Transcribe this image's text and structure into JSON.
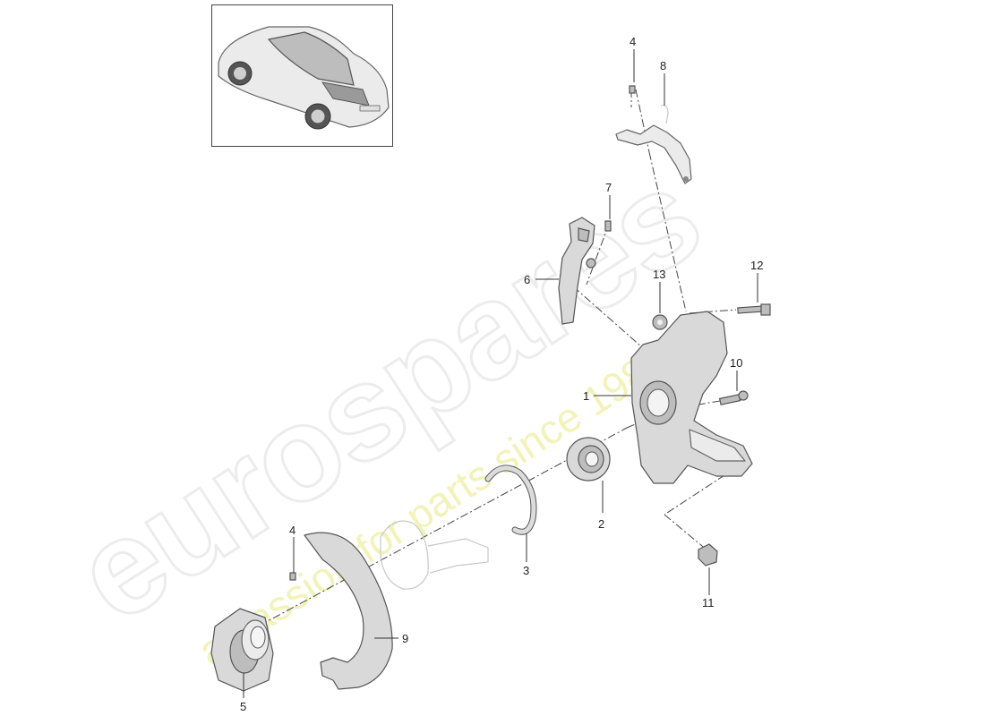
{
  "watermark": {
    "logo": "eurospares",
    "tagline": "a passion for parts since 1985"
  },
  "thumbnail": {
    "icon": "car-icon"
  },
  "callouts": [
    "4",
    "8",
    "7",
    "6",
    "13",
    "12",
    "1",
    "10",
    "2",
    "3",
    "4",
    "11",
    "9",
    "5"
  ],
  "colors": {
    "watermark_logo": "#ececec",
    "watermark_tagline": "#f1f3b8",
    "ink": "#222222"
  }
}
